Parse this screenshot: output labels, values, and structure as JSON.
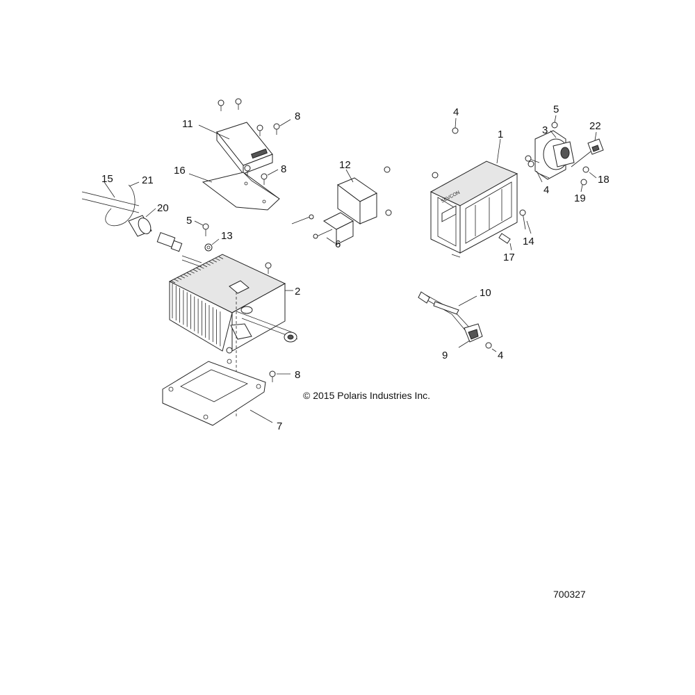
{
  "copyright": "© 2015 Polaris Industries Inc.",
  "figure_number": "700327",
  "controller_brand_label": "SEVCON",
  "callouts": [
    {
      "id": "c1",
      "label": "1"
    },
    {
      "id": "c2",
      "label": "2"
    },
    {
      "id": "c3",
      "label": "3"
    },
    {
      "id": "c4a",
      "label": "4"
    },
    {
      "id": "c4b",
      "label": "4"
    },
    {
      "id": "c4c",
      "label": "4"
    },
    {
      "id": "c5a",
      "label": "5"
    },
    {
      "id": "c5b",
      "label": "5"
    },
    {
      "id": "c6",
      "label": "6"
    },
    {
      "id": "c7",
      "label": "7"
    },
    {
      "id": "c8a",
      "label": "8"
    },
    {
      "id": "c8b",
      "label": "8"
    },
    {
      "id": "c8c",
      "label": "8"
    },
    {
      "id": "c9",
      "label": "9"
    },
    {
      "id": "c10",
      "label": "10"
    },
    {
      "id": "c11",
      "label": "11"
    },
    {
      "id": "c12",
      "label": "12"
    },
    {
      "id": "c13",
      "label": "13"
    },
    {
      "id": "c14",
      "label": "14"
    },
    {
      "id": "c15",
      "label": "15"
    },
    {
      "id": "c16",
      "label": "16"
    },
    {
      "id": "c17",
      "label": "17"
    },
    {
      "id": "c18",
      "label": "18"
    },
    {
      "id": "c19",
      "label": "19"
    },
    {
      "id": "c20",
      "label": "20"
    },
    {
      "id": "c21",
      "label": "21"
    },
    {
      "id": "c22",
      "label": "22"
    }
  ]
}
